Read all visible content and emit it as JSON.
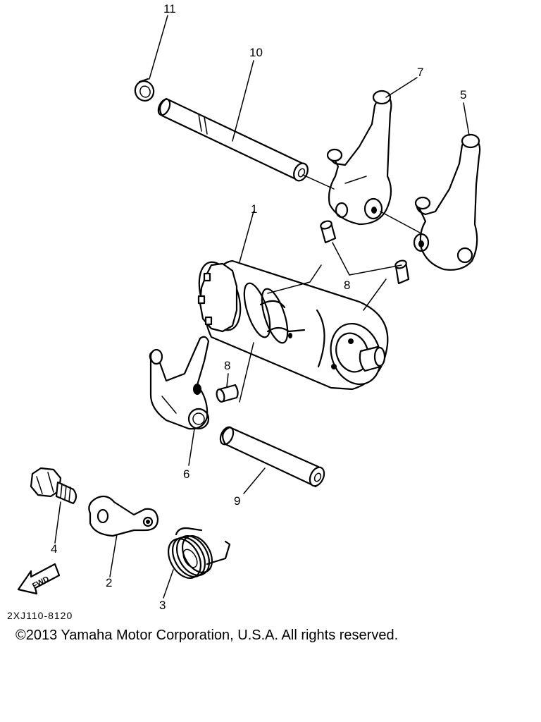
{
  "diagram": {
    "callouts": {
      "c1": "1",
      "c2": "2",
      "c3": "3",
      "c4": "4",
      "c5": "5",
      "c6": "6",
      "c7": "7",
      "c8a": "8",
      "c8b": "8",
      "c9": "9",
      "c10": "10",
      "c11": "11"
    },
    "fwd_label": "FWD",
    "drawing_code": "2XJ110-8120"
  },
  "copyright": "©2013 Yamaha Motor Corporation, U.S.A. All rights reserved."
}
